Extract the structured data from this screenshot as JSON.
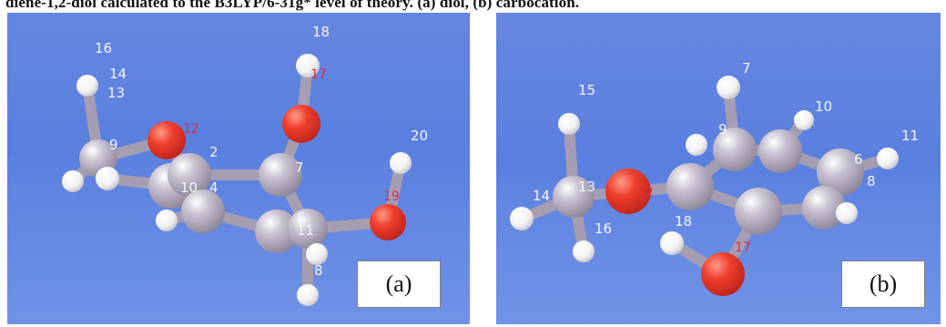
{
  "caption": "diene-1,2-diol  calculated to the B3LYP/6-31g*  level of theory.  (a) diol, (b) carbocation.",
  "panels": [
    {
      "label": "(a)",
      "atoms": {
        "a16": "16",
        "a14": "14",
        "a13": "13",
        "a12": "12",
        "a9": "9",
        "a18": "18",
        "a17": "17",
        "a20": "20",
        "a7": "7",
        "a19": "19",
        "a6": "6",
        "a11": "11",
        "a8": "8",
        "a2": "2",
        "a10": "10",
        "a4": "4"
      }
    },
    {
      "label": "(b)",
      "atoms": {
        "a15": "15",
        "a7": "7",
        "a10": "10",
        "a11": "11",
        "a9": "9",
        "a13": "13",
        "a12": "12",
        "a14": "14",
        "a16": "16",
        "a18": "18",
        "a17": "17",
        "a6": "6",
        "a8": "8"
      }
    }
  ],
  "colors": {
    "background_top": "#5f82df",
    "background_bottom": "#6f91e8",
    "carbon": "#b4acc0",
    "hydrogen": "#f6f6f6",
    "oxygen": "#ea3a2a",
    "label_text": "#f0f0f2"
  }
}
